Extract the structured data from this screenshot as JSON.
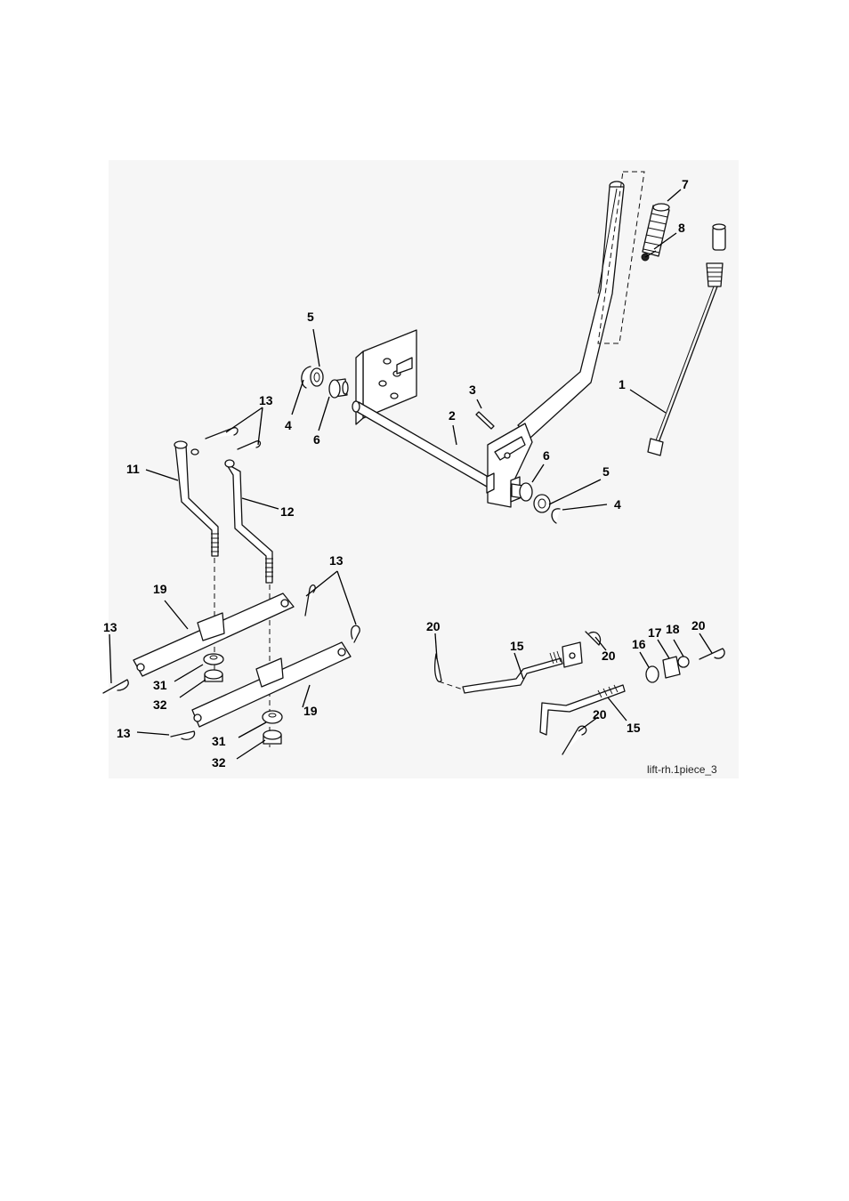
{
  "caption": "lift-rh.1piece_3",
  "callouts": [
    {
      "id": "c7",
      "text": "7"
    },
    {
      "id": "c8",
      "text": "8"
    },
    {
      "id": "c1",
      "text": "1"
    },
    {
      "id": "c5a",
      "text": "5"
    },
    {
      "id": "c4a",
      "text": "4"
    },
    {
      "id": "c6a",
      "text": "6"
    },
    {
      "id": "c3",
      "text": "3"
    },
    {
      "id": "c2",
      "text": "2"
    },
    {
      "id": "c13a",
      "text": "13"
    },
    {
      "id": "c11",
      "text": "11"
    },
    {
      "id": "c12",
      "text": "12"
    },
    {
      "id": "c6b",
      "text": "6"
    },
    {
      "id": "c5b",
      "text": "5"
    },
    {
      "id": "c4b",
      "text": "4"
    },
    {
      "id": "c13b",
      "text": "13"
    },
    {
      "id": "c19a",
      "text": "19"
    },
    {
      "id": "c13c",
      "text": "13"
    },
    {
      "id": "c31a",
      "text": "31"
    },
    {
      "id": "c32a",
      "text": "32"
    },
    {
      "id": "c19b",
      "text": "19"
    },
    {
      "id": "c13d",
      "text": "13"
    },
    {
      "id": "c31b",
      "text": "31"
    },
    {
      "id": "c32b",
      "text": "32"
    },
    {
      "id": "c20a",
      "text": "20"
    },
    {
      "id": "c15a",
      "text": "15"
    },
    {
      "id": "c20b",
      "text": "20"
    },
    {
      "id": "c16",
      "text": "16"
    },
    {
      "id": "c17",
      "text": "17"
    },
    {
      "id": "c18",
      "text": "18"
    },
    {
      "id": "c20c",
      "text": "20"
    },
    {
      "id": "c20d",
      "text": "20"
    },
    {
      "id": "c15b",
      "text": "15"
    }
  ]
}
